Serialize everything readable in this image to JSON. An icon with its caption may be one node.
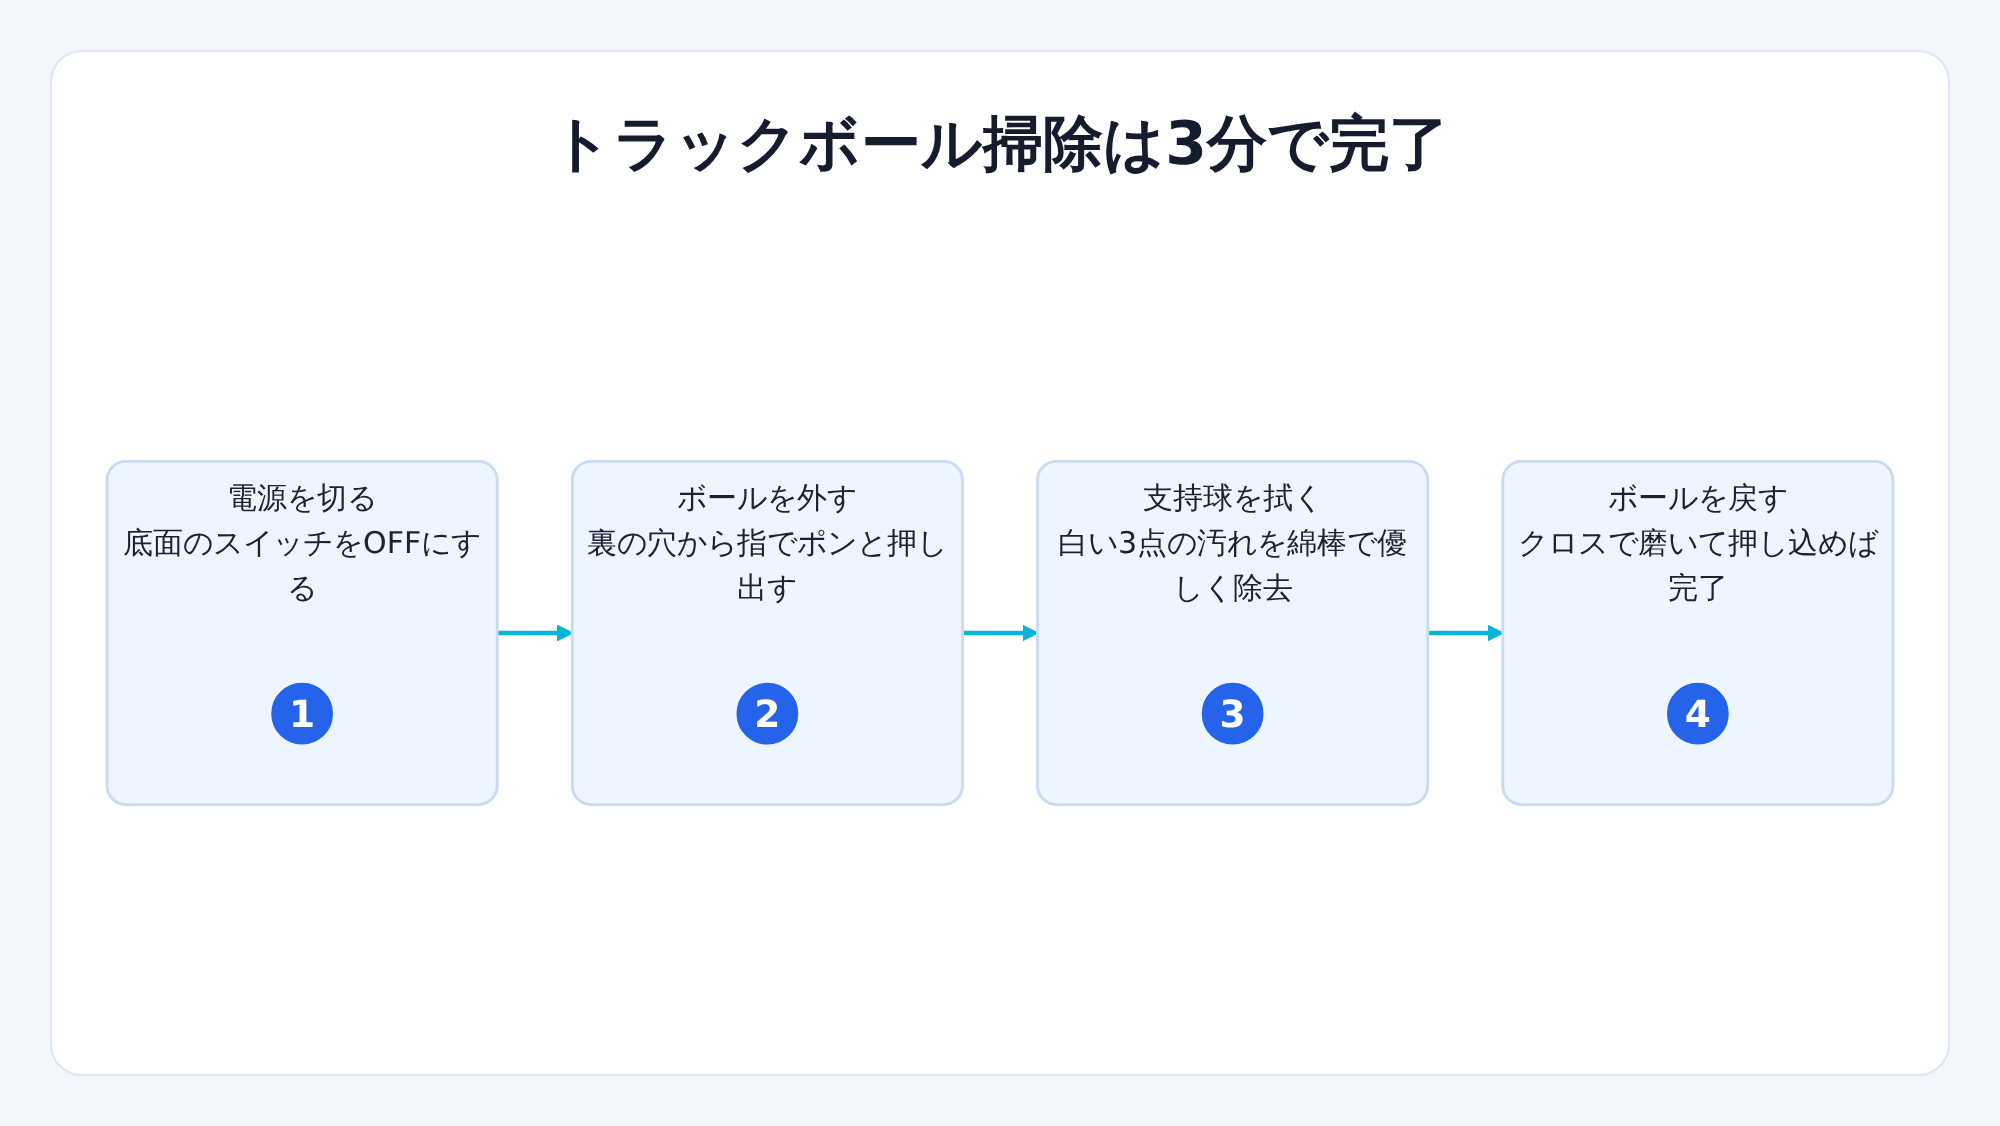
{
  "diagram": {
    "title": "トラックボール掃除は3分で完了",
    "nodes": [
      {
        "text": [
          "電源を切る",
          "底面のスイッチをOFFにする"
        ]
      },
      {
        "text": [
          "1"
        ],
        "in": 0
      },
      {
        "text": [
          "ボールを外す",
          "裏の穴から指でポンと押し出す"
        ]
      },
      {
        "text": [
          "2"
        ],
        "in": 2
      },
      {
        "text": [
          "支持球を拭く",
          "白い3点の汚れを綿棒で優しく除去"
        ]
      },
      {
        "text": [
          "3"
        ],
        "in": 4
      },
      {
        "text": [
          "ボールを戻す",
          "クロスで磨いて押し込めば完了"
        ]
      },
      {
        "text": [
          "4"
        ],
        "in": 6
      }
    ],
    "edges": [
      {
        "from": 0,
        "to": 2,
        "arrow": "to"
      },
      {
        "from": 2,
        "to": 4,
        "arrow": "to"
      },
      {
        "from": 4,
        "to": 6,
        "arrow": "to"
      }
    ]
  }
}
